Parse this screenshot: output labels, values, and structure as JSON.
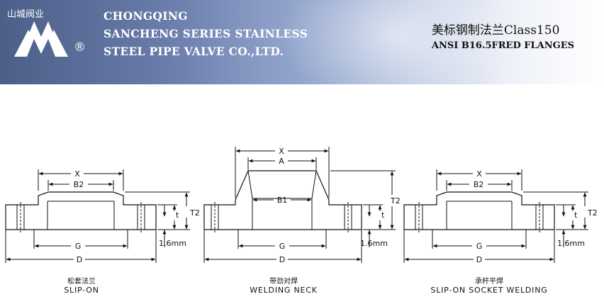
{
  "header": {
    "logo": {
      "mark": "山城阀业",
      "registered": "®"
    },
    "company_line1": "CHONGQING",
    "company_line2": "SANCHENG SERIES STAINLESS",
    "company_line3": "STEEL PIPE VALVE CO.,LTD.",
    "title_cn": "美标钢制法兰Class150",
    "title_en": "ANSI B16.5FRED FLANGES"
  },
  "flanges": [
    {
      "labels": {
        "x": "X",
        "b2": "B2",
        "g": "G",
        "d": "D",
        "t": "t",
        "t2": "T2",
        "mm": "1.6mm"
      },
      "caption_cn": "松套法兰",
      "caption_en": "SLIP-ON"
    },
    {
      "labels": {
        "x": "X",
        "a": "A",
        "b1": "B1",
        "g": "G",
        "d": "D",
        "t": "t",
        "t2": "T2",
        "mm": "1.6mm"
      },
      "caption_cn": "带劲对焊",
      "caption_en": "WELDING NECK"
    },
    {
      "labels": {
        "x": "X",
        "b2": "B2",
        "g": "G",
        "d": "D",
        "t": "t",
        "t2": "T2",
        "mm": "1.6mm"
      },
      "caption_cn": "承杆平焊",
      "caption_en": "SLIP-ON SOCKET WELDING"
    }
  ]
}
